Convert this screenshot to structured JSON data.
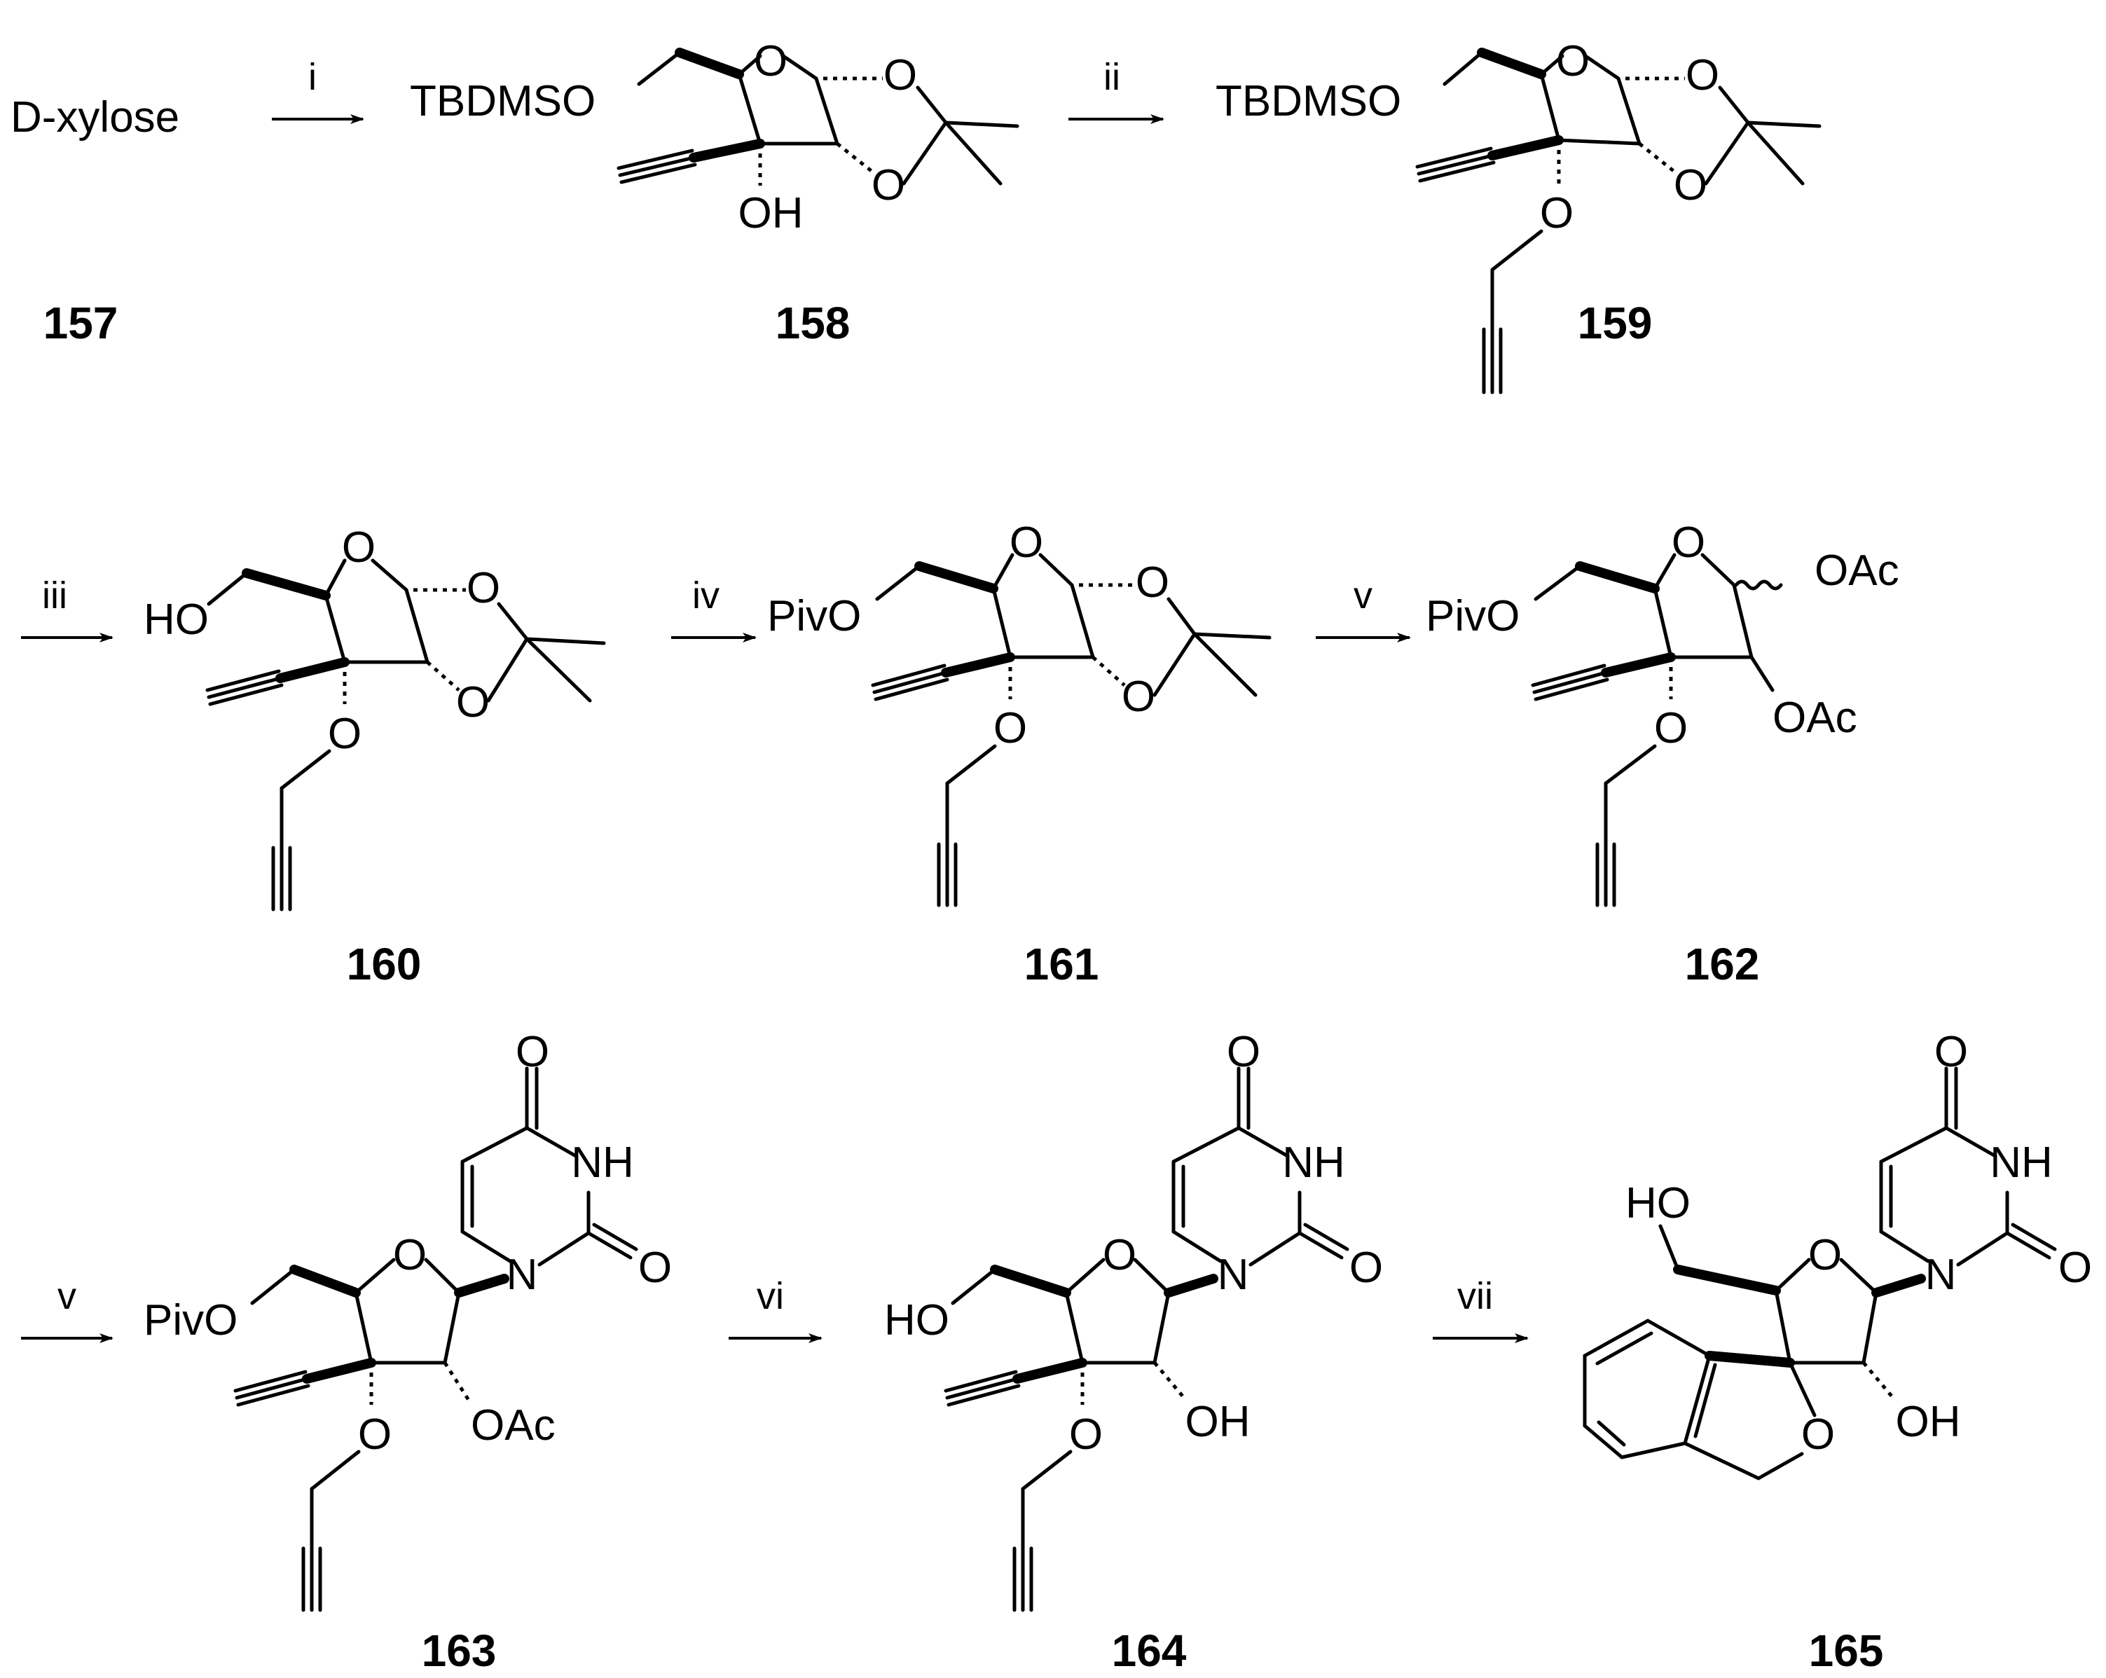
{
  "start_label": "D-xylose",
  "compounds": [
    "157",
    "158",
    "159",
    "160",
    "161",
    "162",
    "163",
    "164",
    "165"
  ],
  "reagents": [
    "i",
    "ii",
    "iii",
    "iv",
    "v",
    "v",
    "vi",
    "vii"
  ],
  "groups": {
    "tbdmso": "TBDMSO",
    "pivo": "PivO",
    "ho": "HO",
    "oh": "OH",
    "oac": "OAc",
    "o": "O",
    "n": "N",
    "nh": "NH"
  }
}
